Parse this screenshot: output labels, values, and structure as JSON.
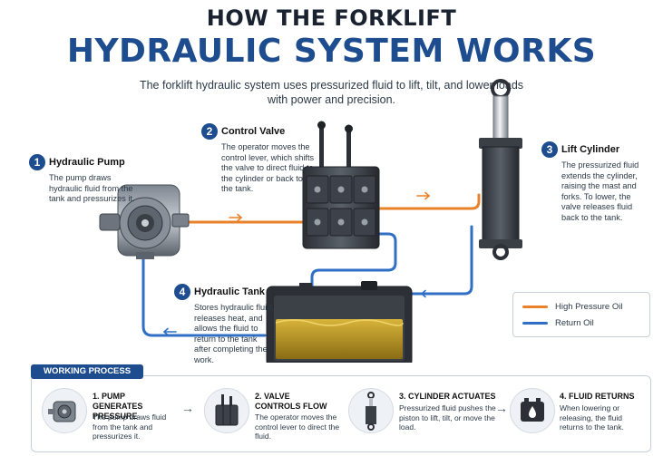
{
  "title": {
    "line1": "HOW THE FORKLIFT",
    "line2": "HYDRAULIC SYSTEM WORKS",
    "subtitle": "The forklift hydraulic system uses pressurized fluid to lift, tilt, and lower loads with power and precision."
  },
  "steps": [
    {
      "number": "1",
      "title": "Hydraulic Pump",
      "desc": "The pump draws hydraulic fluid from the tank and pressurizes it."
    },
    {
      "number": "2",
      "title": "Control Valve",
      "desc": "The operator moves the control lever, which shifts the valve to direct fluid to the cylinder or back to the tank."
    },
    {
      "number": "3",
      "title": "Lift Cylinder",
      "desc": "The pressurized fluid extends the cylinder, raising the mast and forks. To lower, the valve releases fluid back to the tank."
    },
    {
      "number": "4",
      "title": "Hydraulic Tank",
      "desc": "Stores hydraulic fluid, releases heat, and allows the fluid to return to the tank after completing the work."
    }
  ],
  "legend": {
    "high_pressure": {
      "label": "High Pressure Oil",
      "color": "#e8822a"
    },
    "return": {
      "label": "Return Oil",
      "color": "#2f6fc4"
    }
  },
  "working_process": {
    "label": "WORKING PROCESS",
    "items": [
      {
        "title": "1. PUMP GENERATES PRESSURE",
        "desc": "The pump draws fluid from the tank and pressurizes it.",
        "icon": "pump-icon"
      },
      {
        "title": "2. VALVE CONTROLS FLOW",
        "desc": "The operator moves the control lever to direct the fluid.",
        "icon": "valve-icon"
      },
      {
        "title": "3. CYLINDER ACTUATES",
        "desc": "Pressurized fluid pushes the piston to lift, tilt, or move the load.",
        "icon": "cylinder-icon"
      },
      {
        "title": "4. FLUID RETURNS",
        "desc": "When lowering or releasing, the fluid returns to the tank.",
        "icon": "tank-icon"
      }
    ]
  },
  "colors": {
    "brand_blue": "#1d4d8f",
    "oil_gold": "#c9a227"
  }
}
